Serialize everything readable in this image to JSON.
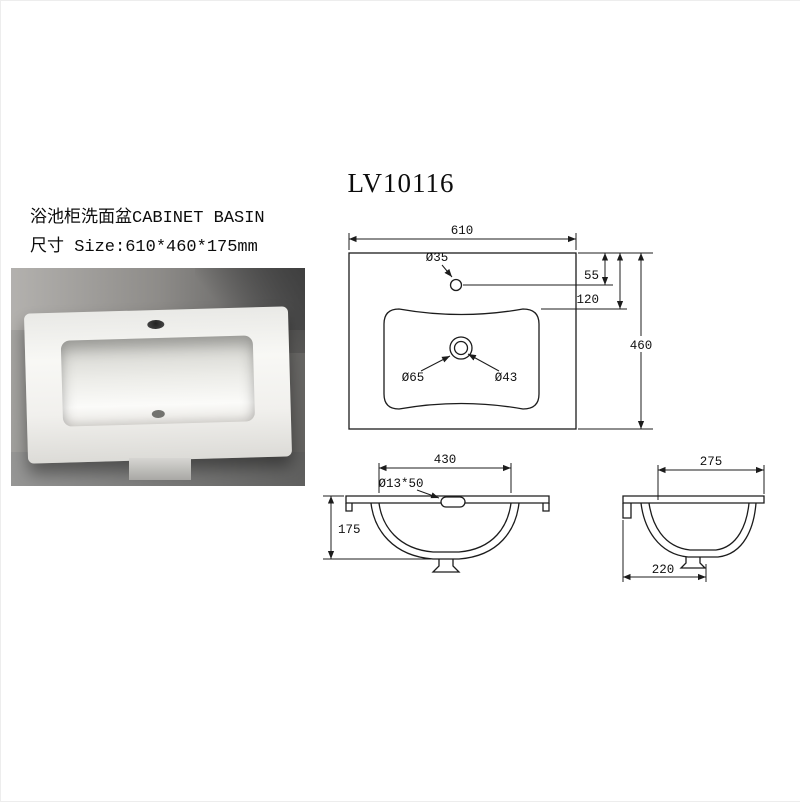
{
  "title": "LV10116",
  "product": {
    "name_line": "浴池柜洗面盆CABINET BASIN",
    "size_line": "尺寸 Size:610*460*175mm"
  },
  "views": {
    "top": {
      "label_width": "610",
      "label_faucet_hole": "Ø35",
      "label_hole_offset": "55",
      "label_basin_offset": "120",
      "label_depth": "460",
      "label_drain_outer": "Ø65",
      "label_drain_inner": "Ø43"
    },
    "front": {
      "label_inner_width": "430",
      "label_overflow": "Ø13*50",
      "label_height": "175"
    },
    "side": {
      "label_top_width": "275",
      "label_bottom_width": "220"
    }
  },
  "colors": {
    "line": "#1c1c1c",
    "paper": "#ffffff",
    "photo_background": "#8c8b88",
    "basin_white": "#f4f4f1"
  }
}
